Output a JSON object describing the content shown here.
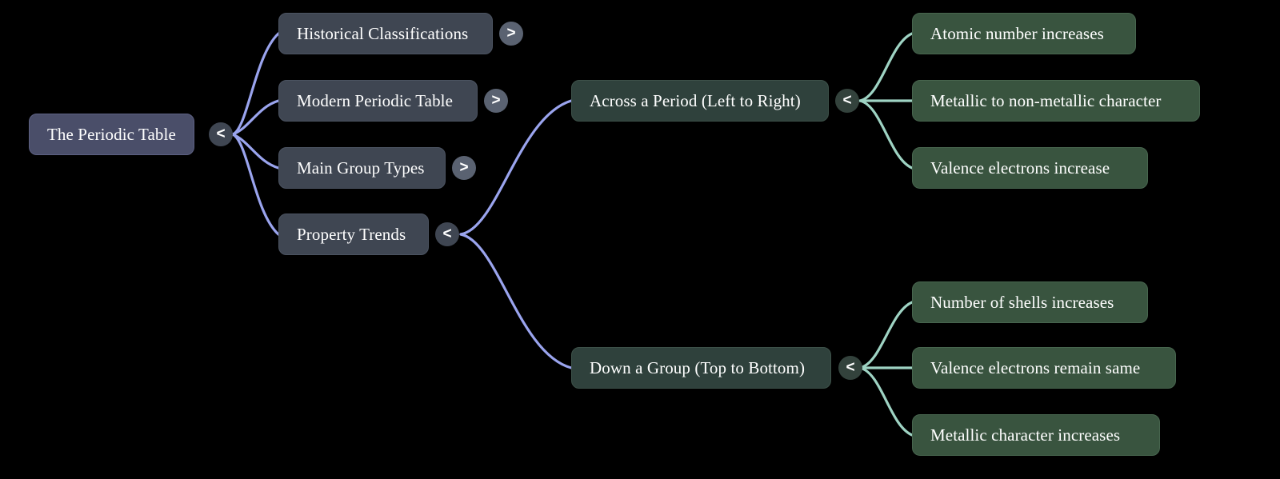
{
  "diagram": {
    "type": "mindmap",
    "background_color": "#000000",
    "root": {
      "label": "The Periodic Table",
      "color": "#4a4e69",
      "toggle": "<"
    },
    "colors": {
      "branch_edge": "#9aa4ee",
      "leaf_edge": "#9ed3c3",
      "slate_node": "#3f4652",
      "green_node": "#39543f",
      "green_dark_node": "#2f413c",
      "root_node": "#4a4e69",
      "toggle_slate": "#5a6271",
      "toggle_dark": "#3f4652",
      "toggle_green": "#33423c",
      "text": "#ffffff"
    },
    "level1": [
      {
        "id": "historical",
        "label": "Historical Classifications",
        "toggle": ">",
        "expanded": false
      },
      {
        "id": "modern",
        "label": "Modern Periodic Table",
        "toggle": ">",
        "expanded": false
      },
      {
        "id": "maingroup",
        "label": "Main Group Types",
        "toggle": ">",
        "expanded": false
      },
      {
        "id": "trends",
        "label": "Property Trends",
        "toggle": "<",
        "expanded": true
      }
    ],
    "level2": [
      {
        "id": "period",
        "label": "Across a Period (Left to Right)",
        "toggle": "<",
        "expanded": true,
        "children": [
          {
            "label": "Atomic number increases"
          },
          {
            "label": "Metallic to non-metallic character"
          },
          {
            "label": "Valence electrons increase"
          }
        ]
      },
      {
        "id": "group",
        "label": "Down a Group (Top to Bottom)",
        "toggle": "<",
        "expanded": true,
        "children": [
          {
            "label": "Number of shells increases"
          },
          {
            "label": "Valence electrons remain same"
          },
          {
            "label": "Metallic character increases"
          }
        ]
      }
    ]
  }
}
